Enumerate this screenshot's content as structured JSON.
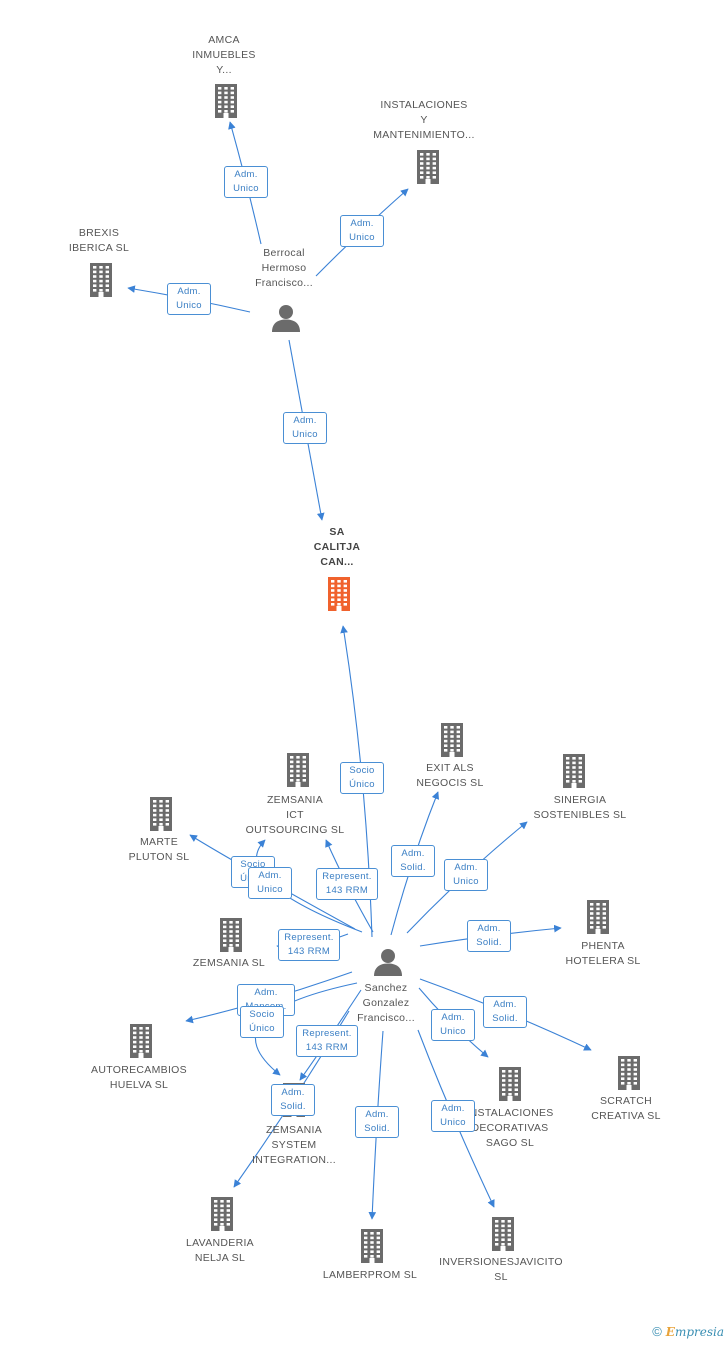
{
  "colors": {
    "edge": "#3b82d6",
    "building": "#6b6b6b",
    "focus": "#f0622d",
    "person": "#6b6b6b",
    "label_border": "#4a8fd4"
  },
  "nodes": [
    {
      "id": "amca",
      "kind": "building",
      "label": "AMCA\nINMUEBLES\nY..."
    },
    {
      "id": "instalaciones",
      "kind": "building",
      "label": "INSTALACIONES\nY\nMANTENIMIENTO..."
    },
    {
      "id": "brexis",
      "kind": "building",
      "label": "BREXIS\nIBERICA SL"
    },
    {
      "id": "berrocal",
      "kind": "person",
      "label": "Berrocal\nHermoso\nFrancisco..."
    },
    {
      "id": "calitja",
      "kind": "focus",
      "label": "SA\nCALITJA\nCAN..."
    },
    {
      "id": "zemsania_ict",
      "kind": "building",
      "label": "ZEMSANIA\nICT\nOUTSOURCING SL"
    },
    {
      "id": "exit_als",
      "kind": "building",
      "label": "EXIT ALS\nNEGOCIS SL"
    },
    {
      "id": "sinergia",
      "kind": "building",
      "label": "SINERGIA\nSOSTENIBLES SL"
    },
    {
      "id": "marte",
      "kind": "building",
      "label": "MARTE\nPLUTON SL"
    },
    {
      "id": "zemsania",
      "kind": "building",
      "label": "ZEMSANIA SL"
    },
    {
      "id": "phenta",
      "kind": "building",
      "label": "PHENTA\nHOTELERA SL"
    },
    {
      "id": "sanchez",
      "kind": "person",
      "label": "Sanchez\nGonzalez\nFrancisco..."
    },
    {
      "id": "autorecambios",
      "kind": "building",
      "label": "AUTORECAMBIOS\nHUELVA SL"
    },
    {
      "id": "scratch",
      "kind": "building",
      "label": "SCRATCH\nCREATIVA SL"
    },
    {
      "id": "decorativas",
      "kind": "building",
      "label": "INSTALACIONES\nDECORATIVAS\nSAGO SL"
    },
    {
      "id": "zemsania_system",
      "kind": "building",
      "label": "ZEMSANIA\nSYSTEM\nINTEGRATION..."
    },
    {
      "id": "lavanderia",
      "kind": "building",
      "label": "LAVANDERIA\nNELJA SL"
    },
    {
      "id": "lamberprom",
      "kind": "building",
      "label": "LAMBERPROM SL"
    },
    {
      "id": "inversiones",
      "kind": "building",
      "label": "INVERSIONESJAVICITO\nSL"
    }
  ],
  "edges": [
    {
      "from": "berrocal",
      "to": "amca",
      "label": "Adm.\nUnico"
    },
    {
      "from": "berrocal",
      "to": "instalaciones",
      "label": "Adm.\nUnico"
    },
    {
      "from": "berrocal",
      "to": "brexis",
      "label": "Adm.\nUnico"
    },
    {
      "from": "berrocal",
      "to": "calitja",
      "label": "Adm.\nUnico"
    },
    {
      "from": "sanchez",
      "to": "calitja",
      "label": "Socio\nÚnico"
    },
    {
      "from": "sanchez",
      "to": "zemsania_ict",
      "label": "Represent.\n143 RRM"
    },
    {
      "from": "sanchez",
      "to": "exit_als",
      "label": "Adm.\nSolid."
    },
    {
      "from": "sanchez",
      "to": "sinergia",
      "label": "Adm.\nUnico"
    },
    {
      "from": "sanchez",
      "to": "marte",
      "label": "Socio\nÚnico"
    },
    {
      "from": "sanchez",
      "to": "zemsania_ict",
      "label": "Adm.\nUnico"
    },
    {
      "from": "sanchez",
      "to": "zemsania",
      "label": "Represent.\n143 RRM"
    },
    {
      "from": "sanchez",
      "to": "phenta",
      "label": "Adm.\nSolid."
    },
    {
      "from": "sanchez",
      "to": "autorecambios",
      "label": "Adm.\nMancom."
    },
    {
      "from": "sanchez",
      "to": "zemsania_system",
      "label": "Socio\nÚnico"
    },
    {
      "from": "sanchez",
      "to": "zemsania_system",
      "label": "Represent.\n143 RRM"
    },
    {
      "from": "sanchez",
      "to": "lavanderia",
      "label": "Adm.\nSolid."
    },
    {
      "from": "sanchez",
      "to": "decorativas",
      "label": "Adm.\nUnico"
    },
    {
      "from": "sanchez",
      "to": "scratch",
      "label": "Adm.\nSolid."
    },
    {
      "from": "sanchez",
      "to": "lamberprom",
      "label": "Adm.\nSolid."
    },
    {
      "from": "sanchez",
      "to": "inversiones",
      "label": "Adm.\nUnico"
    }
  ],
  "footer": {
    "copyright": "©",
    "brand_initial": "E",
    "brand_rest": "mpresia"
  }
}
